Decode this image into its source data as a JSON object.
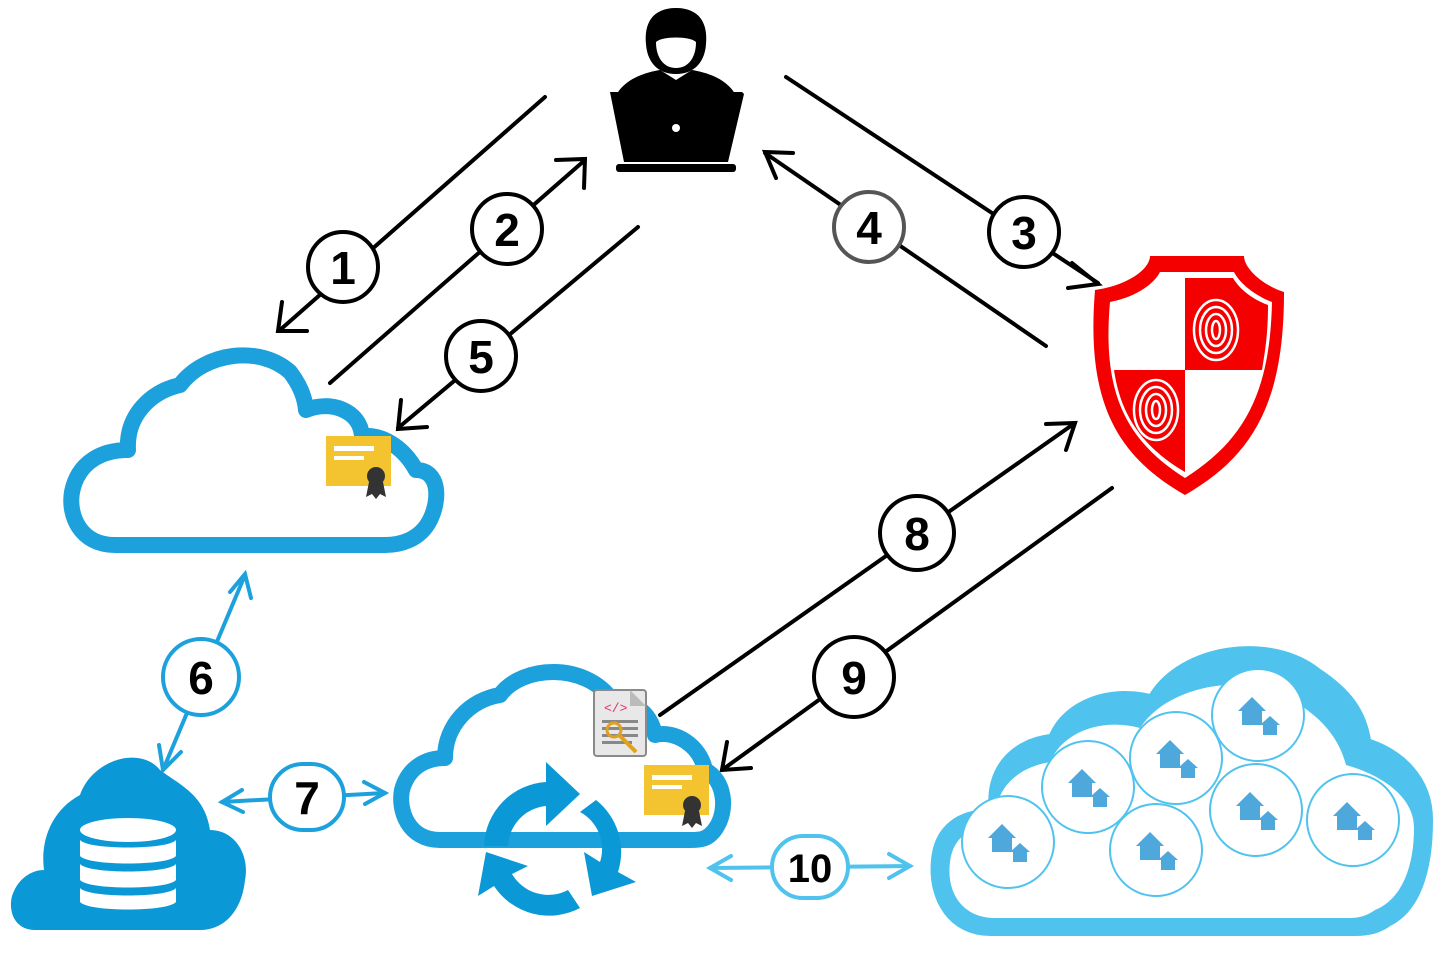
{
  "colors": {
    "black": "#000000",
    "cloud_blue": "#1da1dc",
    "cloud_light_blue": "#4fc3ee",
    "database_blue": "#0b98d6",
    "shield_red": "#f50000",
    "certificate_yellow": "#f4c430",
    "circle_gray": "#555555"
  },
  "nodes": [
    {
      "id": "user",
      "icon": "user-laptop-icon"
    },
    {
      "id": "security",
      "icon": "shield-fingerprint-icon"
    },
    {
      "id": "cloud-a",
      "icon": "cloud-certificate-icon"
    },
    {
      "id": "database",
      "icon": "cloud-database-icon"
    },
    {
      "id": "cloud-b",
      "icon": "cloud-sync-icon"
    },
    {
      "id": "smart-homes",
      "icon": "cloud-homes-icon"
    }
  ],
  "steps": [
    {
      "label": "1"
    },
    {
      "label": "2"
    },
    {
      "label": "3"
    },
    {
      "label": "4"
    },
    {
      "label": "5"
    },
    {
      "label": "6"
    },
    {
      "label": "7"
    },
    {
      "label": "8"
    },
    {
      "label": "9"
    },
    {
      "label": "10"
    }
  ]
}
